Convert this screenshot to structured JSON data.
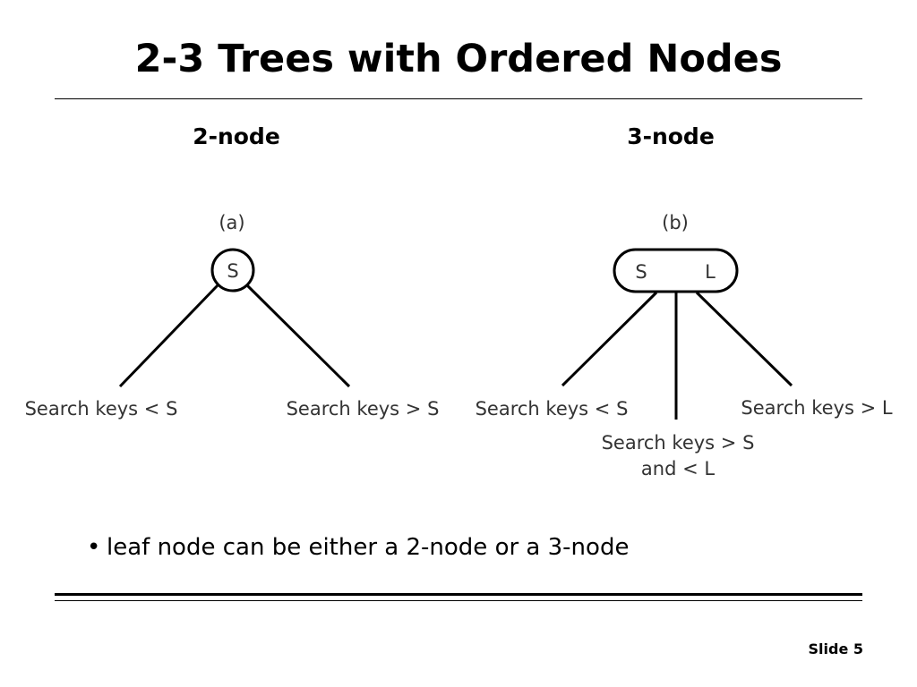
{
  "slide": {
    "title": "2-3 Trees with Ordered Nodes",
    "slide_number": "Slide 5"
  },
  "columns": {
    "left_heading": "2-node",
    "right_heading": "3-node"
  },
  "diagram_a": {
    "caption": "(a)",
    "node_key": "S",
    "left_label": "Search keys < S",
    "right_label": "Search keys > S"
  },
  "diagram_b": {
    "caption": "(b)",
    "node_key_small": "S",
    "node_key_large": "L",
    "left_label": "Search keys < S",
    "middle_label_line1": "Search keys > S",
    "middle_label_line2": "and < L",
    "right_label": "Search keys > L"
  },
  "bullets": [
    "leaf node can be either a 2-node or a 3-node"
  ]
}
